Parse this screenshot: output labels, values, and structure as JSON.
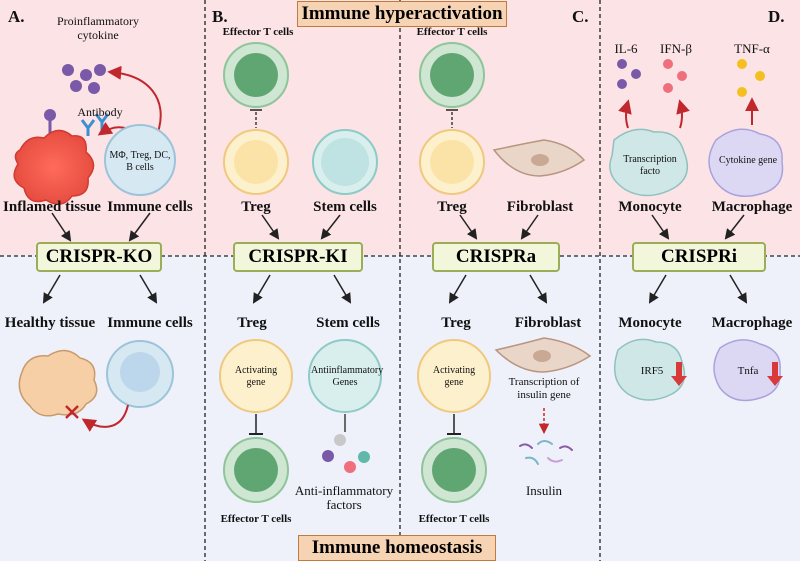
{
  "banners": {
    "top": "Immune hyperactivation",
    "bottom": "Immune homeostasis"
  },
  "panel_a": {
    "letter": "A.",
    "cytokine": "Proinflammatory cytokine",
    "antibody": "Antibody",
    "immune_cell_types": "MΦ, Treg, DC, B cells",
    "inflamed": "Inflamed tissue",
    "immune_cells": "Immune cells",
    "method": "CRISPR-KO",
    "healthy": "Healthy tissue",
    "immune_cells_bottom": "Immune cells"
  },
  "panel_b": {
    "letter": "B.",
    "effector_top": "Effector T cells",
    "treg": "Treg",
    "stem": "Stem cells",
    "method": "CRISPR-KI",
    "treg_bottom": "Treg",
    "stem_bottom": "Stem cells",
    "activating": "Activating gene",
    "antiinflammatory": "Antiinflammatory Genes",
    "effector_bottom": "Effector T cells",
    "factors": "Anti-inflammatory factors"
  },
  "panel_c": {
    "letter": "C.",
    "effector_top": "Effector T cells",
    "treg": "Treg",
    "fibroblast": "Fibroblast",
    "method": "CRISPRa",
    "treg_bottom": "Treg",
    "fibroblast_bottom": "Fibroblast",
    "activating": "Activating gene",
    "transcription": "Transcription of insulin gene",
    "effector_bottom": "Effector T cells",
    "insulin": "Insulin"
  },
  "panel_d": {
    "letter": "D.",
    "il6": "IL-6",
    "ifn": "IFN-β",
    "tnf": "TNF-α",
    "transcription": "Transcription facto",
    "cytokine_gene": "Cytokine gene",
    "monocyte": "Monocyte",
    "macrophage": "Macrophage",
    "method": "CRISPRi",
    "monocyte_bottom": "Monocyte",
    "macrophage_bottom": "Macrophage",
    "irf5": "IRF5",
    "tnfa": "Tnfa"
  },
  "colors": {
    "top_bg": "#fbe3e6",
    "bottom_bg": "#eef1fa",
    "arrow_red": "#c0282d",
    "treg": "#fbe3a8",
    "effector": "#8fc59a",
    "stem": "#bfe3e2",
    "monocyte": "#bfe0df",
    "macrophage": "#cfcaf0"
  }
}
